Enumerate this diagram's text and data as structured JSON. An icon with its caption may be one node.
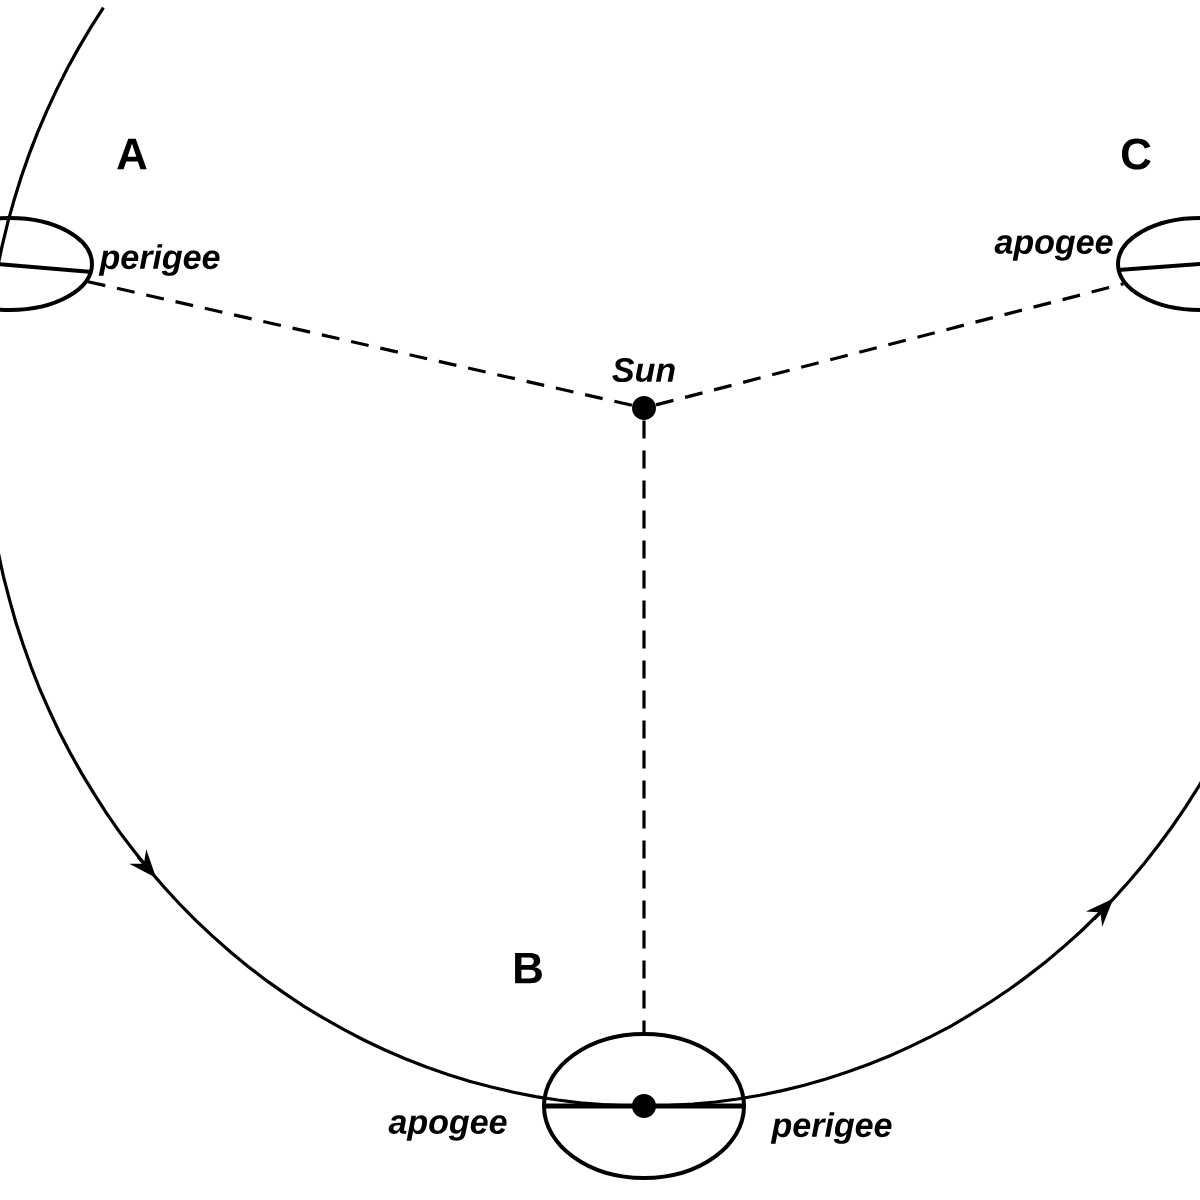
{
  "diagram": {
    "nodes": [
      {
        "text": [],
        "shape": "circle",
        "beside": [
          "Sun"
        ]
      },
      {
        "text": [],
        "shape": "ellipse",
        "beside": [
          "A",
          "perigee"
        ]
      },
      {
        "text": [],
        "shape": "ellipse",
        "beside": [
          "B",
          "apogee",
          "perigee"
        ]
      },
      {
        "text": [],
        "shape": "ellipse",
        "beside": [
          "C",
          "apogee"
        ]
      }
    ],
    "edges": [
      {
        "from": 0,
        "to": 1,
        "arrow": "none",
        "style": "dashed"
      },
      {
        "from": 0,
        "to": 2,
        "arrow": "none",
        "style": "dashed"
      },
      {
        "from": 0,
        "to": 3,
        "arrow": "none",
        "style": "dashed"
      }
    ]
  }
}
